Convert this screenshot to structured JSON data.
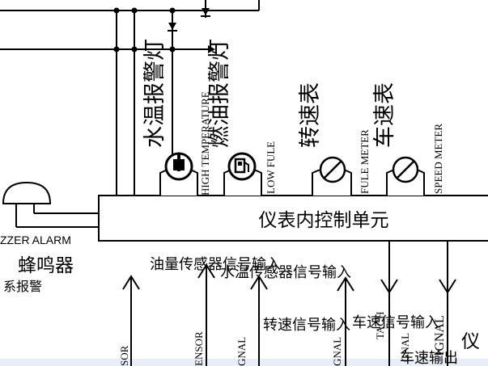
{
  "control_unit": {
    "label": "仪表内控制单元"
  },
  "buzzer": {
    "label_cn": "蜂鸣器",
    "label_en": "ZZER ALARM",
    "partial_text": "系报警"
  },
  "indicators": [
    {
      "label_cn": "水温报警灯",
      "label_en": "HIGH TEMPERATURE"
    },
    {
      "label_cn": "燃油报警灯",
      "label_en": "LOW FULE"
    }
  ],
  "gauges": [
    {
      "label_cn": "转速表",
      "label_en": "FULE METER"
    },
    {
      "label_cn": "车速表",
      "label_en": "SPEED METER"
    }
  ],
  "input_labels": {
    "fuel_sensor": "油量传感器信号输入",
    "water_sensor": "水温传感器信号输入",
    "rpm_signal": "转速信号输入",
    "speed_signal": "车速信号输入",
    "speed_signal_cut": "车速输出",
    "cut_char": "仪"
  },
  "vertical_fragments": {
    "sensor_1": "SOR",
    "sensor_2": "ENSOR",
    "signal_1": "GNAL",
    "signal_2": "GNAL",
    "tach_1": "TACH",
    "signal_3": "GNAL",
    "signal_4": "IGNAL"
  },
  "colors": {
    "line": "#000000",
    "background": "#ffffff",
    "bottom_strip": "#e8eef8"
  }
}
